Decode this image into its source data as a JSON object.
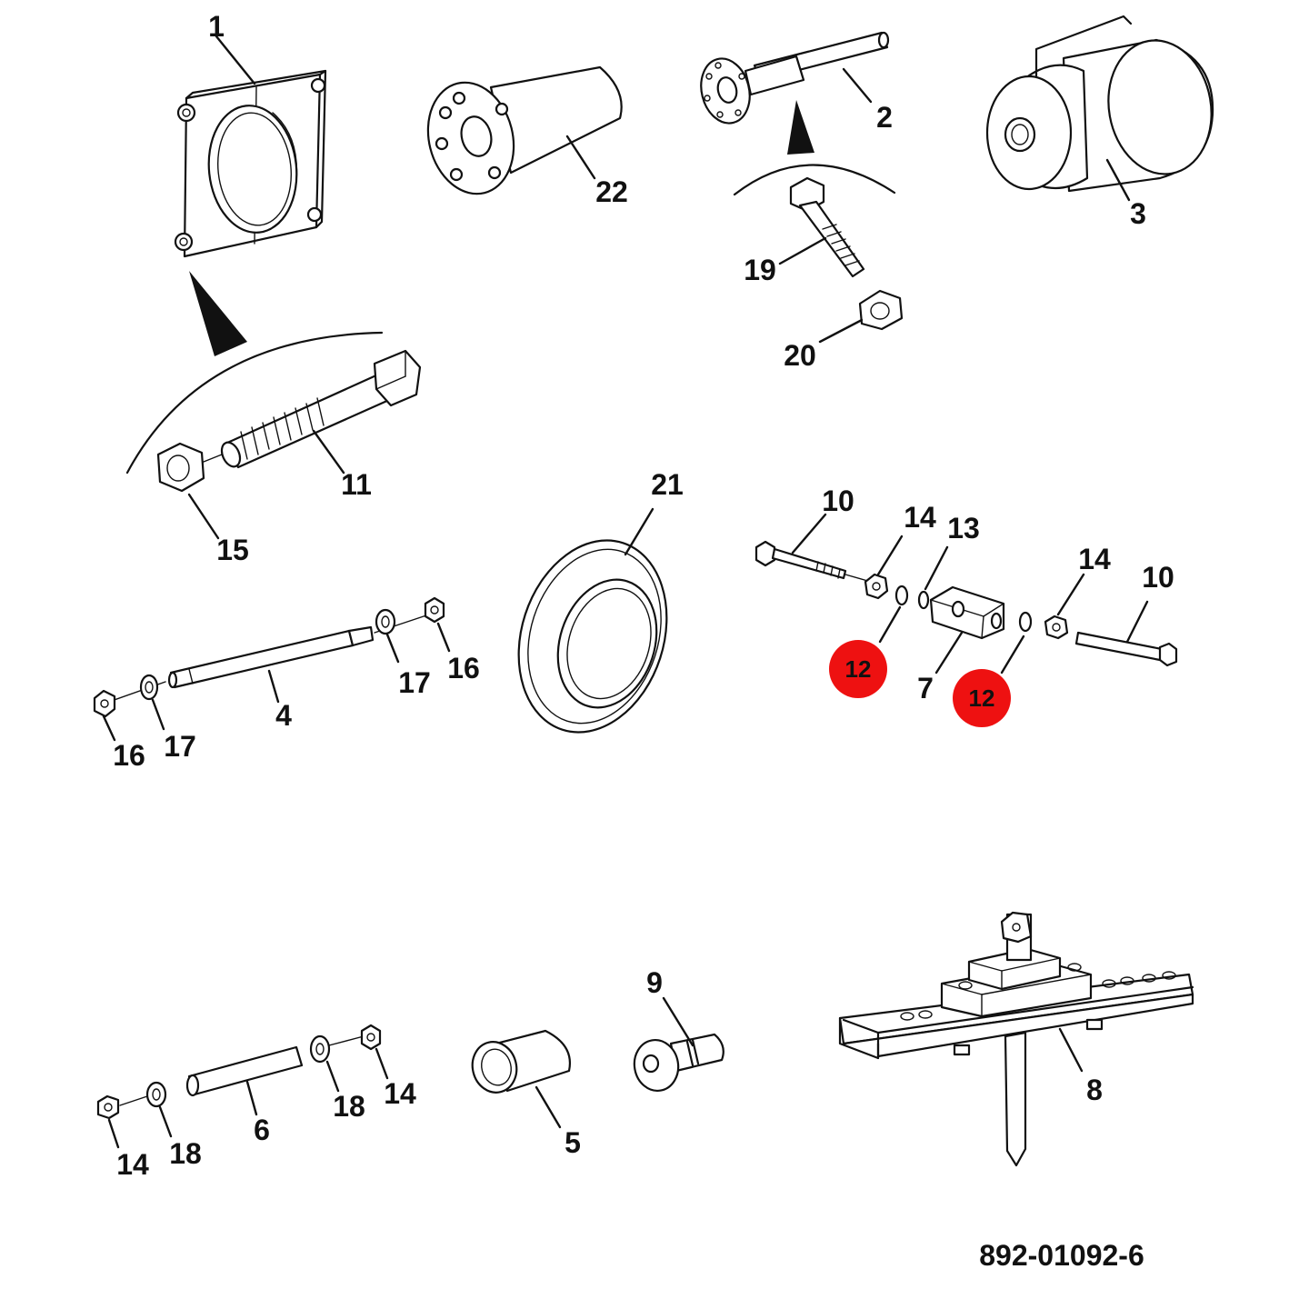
{
  "callouts": {
    "c1": "1",
    "c2": "2",
    "c3": "3",
    "c4": "4",
    "c5": "5",
    "c6": "6",
    "c7": "7",
    "c8": "8",
    "c9": "9",
    "c10a": "10",
    "c10b": "10",
    "c11": "11",
    "c12a": "12",
    "c12b": "12",
    "c13": "13",
    "c14a": "14",
    "c14b": "14",
    "c14c": "14",
    "c14d": "14",
    "c15": "15",
    "c16a": "16",
    "c16b": "16",
    "c17a": "17",
    "c17b": "17",
    "c18a": "18",
    "c18b": "18",
    "c19": "19",
    "c20": "20",
    "c21": "21",
    "c22": "22"
  },
  "drawing_code": "892-01092-6",
  "colors": {
    "highlight": "#ee1111",
    "ink": "#111111",
    "paper": "#ffffff"
  }
}
